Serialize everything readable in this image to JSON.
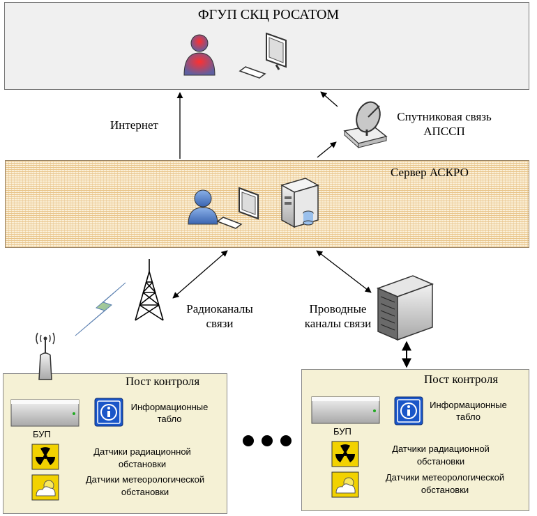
{
  "top": {
    "title": "ФГУП СКЦ РОСАТОМ"
  },
  "server": {
    "title": "Сервер АСКРО"
  },
  "links": {
    "internet": "Интернет",
    "satellite_line1": "Спутниковая связь",
    "satellite_line2": "АПССП",
    "radio_line1": "Радиоканалы",
    "radio_line2": "связи",
    "wired_line1": "Проводные",
    "wired_line2": "каналы связи"
  },
  "post_left": {
    "title": "Пост контроля",
    "bup": "БУП",
    "info_line1": "Информационные",
    "info_line2": "табло",
    "rad_line1": "Датчики радиационной",
    "rad_line2": "обстановки",
    "met_line1": "Датчики метеорологической",
    "met_line2": "обстановки"
  },
  "post_right": {
    "title": "Пост контроля",
    "bup": "БУП",
    "info_line1": "Информационные",
    "info_line2": "табло",
    "rad_line1": "Датчики радиационной",
    "rad_line2": "обстановки",
    "met_line1": "Датчики метеорологической",
    "met_line2": "обстановки"
  },
  "colors": {
    "user_red": "#d02020",
    "user_blue": "#4a78c4",
    "info_blue": "#1a56c8",
    "hazard_yellow": "#f2d200"
  }
}
